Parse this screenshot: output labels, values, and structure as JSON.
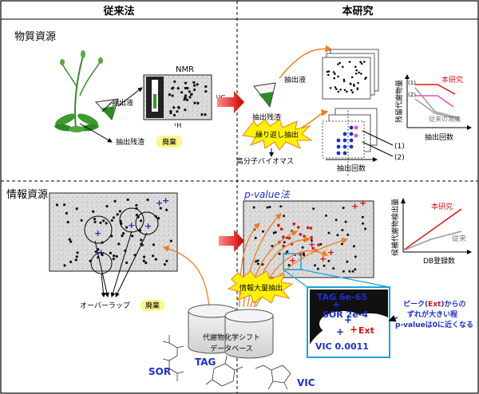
{
  "header": {
    "left": "従来法",
    "right": "本研究"
  },
  "material": {
    "section_title": "物質資源",
    "nmr_label": "NMR",
    "axis_c": "¹³C",
    "axis_h": "¹H",
    "extract_liquid": "抽出液",
    "extract_residue": "抽出残渣",
    "discard": "廃棄",
    "research_extract": "抽出液",
    "research_residue": "抽出残渣",
    "repeat_extract": "繰り返し抽出",
    "biomass": "高分子バイオマス",
    "extraction_count": "抽出回数",
    "label_1": "(1)",
    "label_2": "(2)",
    "graph_ylabel": "残留代謝物量",
    "graph_xlabel": "抽出回数",
    "graph_this": "本研究",
    "graph_conv": "従来の常識",
    "graph_tick_1": "(1)",
    "graph_tick_2": "(2)"
  },
  "info": {
    "section_title": "情報資源",
    "pvalue_title": "p-value法",
    "overlap": "オーバーラップ",
    "discard": "廃棄",
    "mass_extract": "情報大量抽出",
    "db_line1": "代謝物化学シフト",
    "db_line2": "データベース",
    "graph_ylabel": "候補代謝物検出量",
    "graph_xlabel": "DB登録数",
    "graph_this": "本研究",
    "graph_conv": "従来",
    "tag_value": "TAG 6e-65",
    "sor_value": "SOR 2e-4",
    "ext_label": "Ext",
    "vic_value": "VIC 0.0011",
    "note_line1_a": "ピーク(",
    "note_line1_ext": "Ext",
    "note_line1_b": ")からの",
    "note_line2": "ずれが大きい程",
    "note_line3": "p-valueは0に近くなる",
    "sor_label": "SOR",
    "tag_label": "TAG",
    "vic_label": "VIC"
  },
  "colors": {
    "arrow_red": "#e01010",
    "orange": "#f07d1a",
    "blue": "#1a2fd0",
    "callout_cyan": "#1aa0e0",
    "explosion_yellow": "#fff200",
    "plant_green": "#3a8a2a"
  }
}
